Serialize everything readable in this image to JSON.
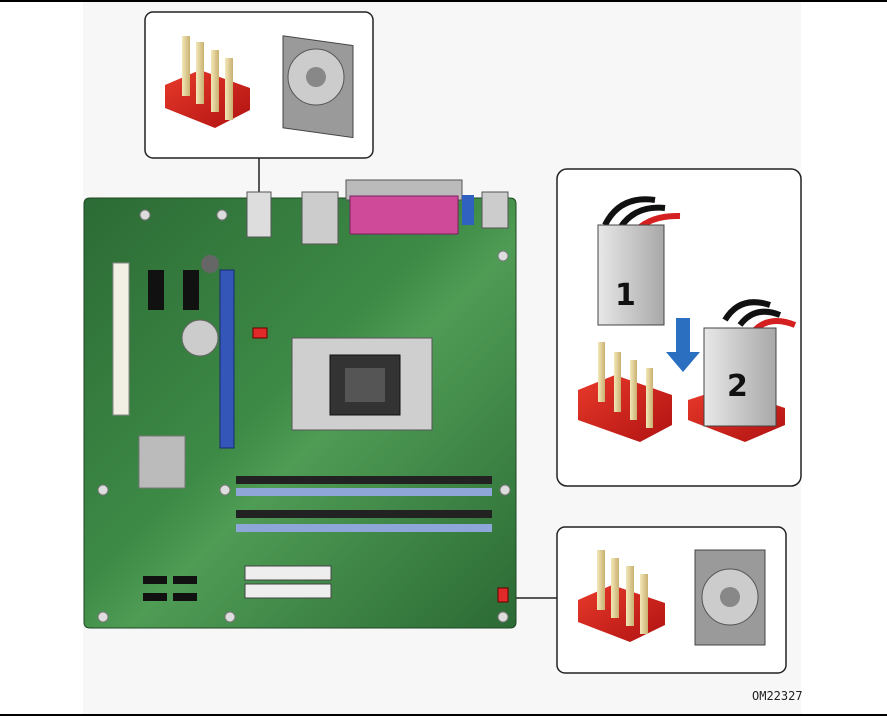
{
  "figure": {
    "id_label": "OM22327",
    "connector_labels": [
      "1",
      "2"
    ],
    "colors": {
      "board": "#2f7a3a",
      "connector_red": "#d42020",
      "callout_border": "#222222",
      "dimm_blue": "#8fa6d8",
      "arrow_blue": "#2a6fc0"
    }
  }
}
